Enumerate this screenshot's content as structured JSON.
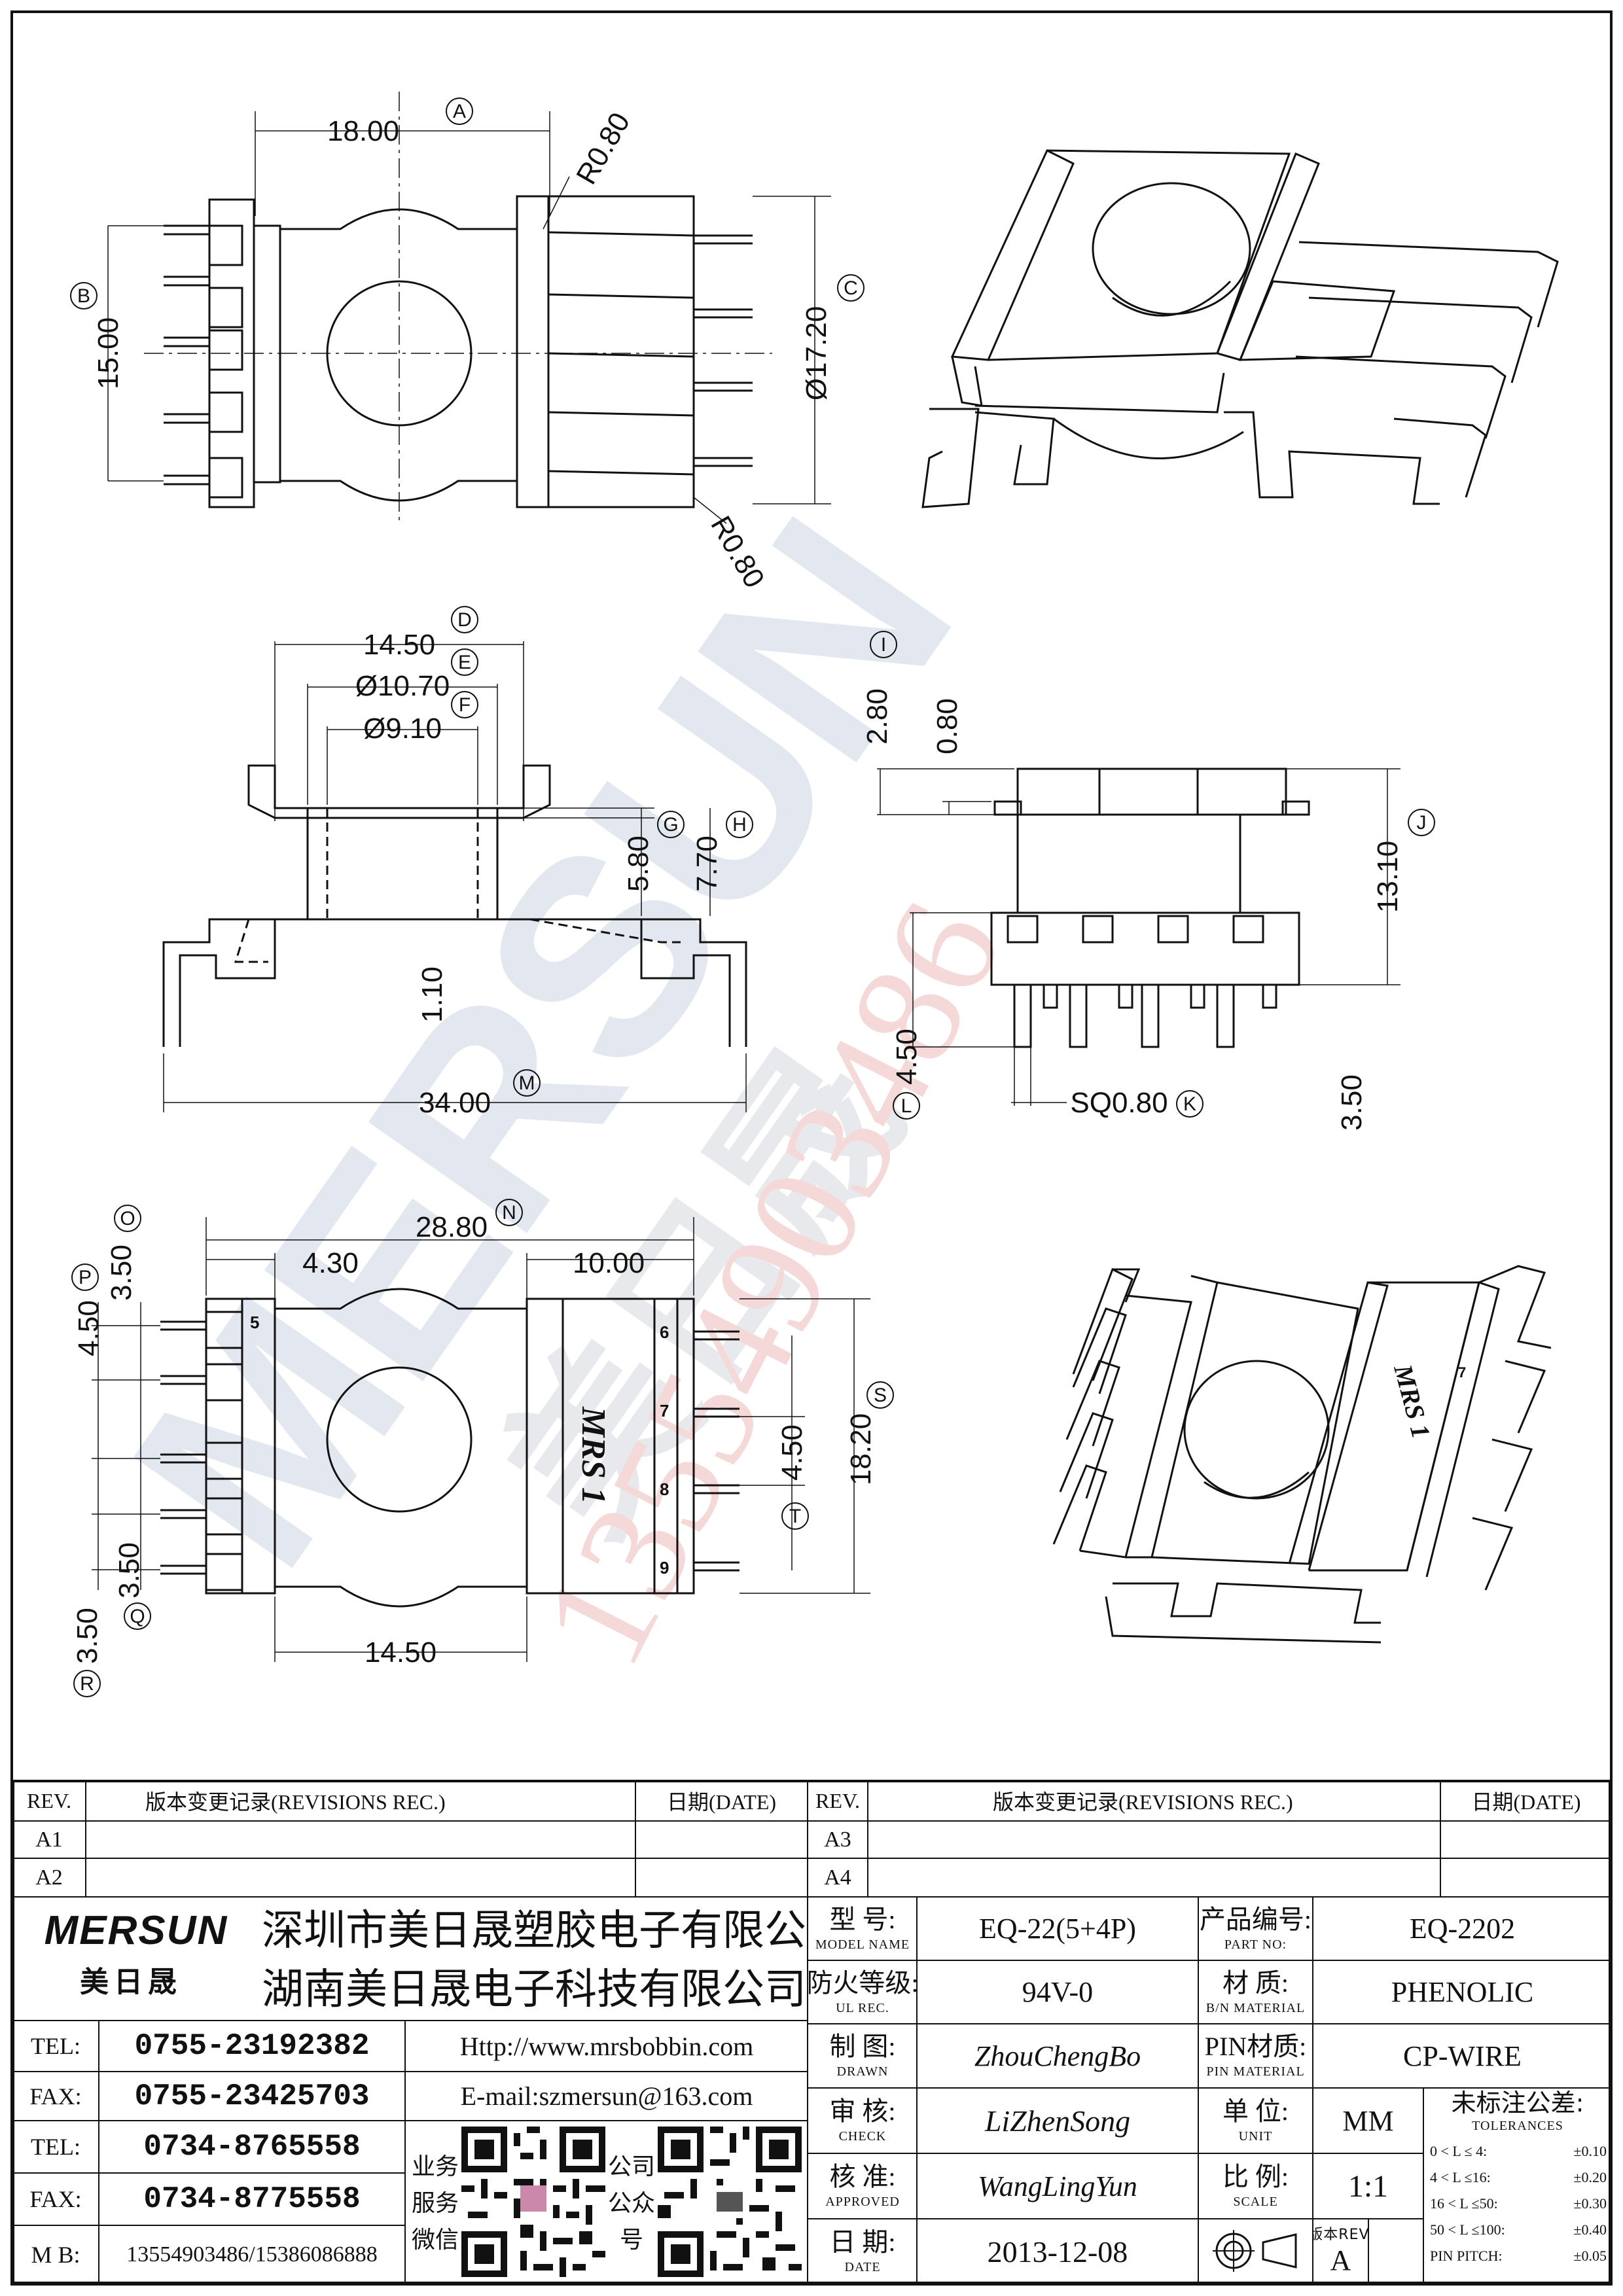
{
  "drawing": {
    "watermark_brand": "MERSUN",
    "watermark_cn": "美日晟",
    "watermark_phone": "13554903486",
    "top_view": {
      "dim_A": "18.00",
      "label_A": "A",
      "dim_B": "15.00",
      "label_B": "B",
      "dim_C": "Ø17.20",
      "label_C": "C",
      "radius_1": "R0.80",
      "radius_2": "R0.80"
    },
    "side_view": {
      "dim_D": "14.50",
      "label_D": "D",
      "dim_E": "Ø10.70",
      "label_E": "E",
      "dim_F": "Ø9.10",
      "label_F": "F",
      "dim_G": "5.80",
      "label_G": "G",
      "dim_H": "7.70",
      "label_H": "H",
      "dim_110": "1.10",
      "dim_M": "34.00",
      "label_M": "M"
    },
    "end_view": {
      "dim_I": "2.80",
      "label_I": "I",
      "dim_080": "0.80",
      "dim_J": "13.10",
      "label_J": "J",
      "dim_L": "4.50",
      "label_L": "L",
      "dim_K": "SQ0.80",
      "label_K": "K",
      "dim_350": "3.50"
    },
    "bottom_view": {
      "dim_N": "28.80",
      "label_N": "N",
      "dim_430": "4.30",
      "dim_1000": "10.00",
      "dim_O": "3.50",
      "label_O": "O",
      "dim_P": "4.50",
      "label_P": "P",
      "dim_Q": "3.50",
      "label_Q": "Q",
      "dim_R": "3.50",
      "label_R": "R",
      "dim_S": "18.20",
      "label_S": "S",
      "dim_T": "4.50",
      "label_T": "T",
      "dim_1450": "14.50",
      "pin_labels": [
        "5",
        "6",
        "7",
        "8",
        "9"
      ],
      "marking": "MRS 1"
    },
    "iso_marking": "MRS 1",
    "iso_pin": "7"
  },
  "revisions_left": {
    "header": {
      "rev": "REV.",
      "rec": "版本变更记录(REVISIONS REC.)",
      "date": "日期(DATE)"
    },
    "rows": [
      "A1",
      "A2"
    ]
  },
  "revisions_right": {
    "header": {
      "rev": "REV.",
      "rec": "版本变更记录(REVISIONS REC.)",
      "date": "日期(DATE)"
    },
    "rows": [
      "A3",
      "A4"
    ]
  },
  "company": {
    "logo": "MERSUN",
    "logo_cn": "美日晟",
    "name1": "深圳市美日晟塑胶电子有限公司",
    "name2": "湖南美日晟电子科技有限公司",
    "tel1_label": "TEL:",
    "tel1": "0755-23192382",
    "fax1_label": "FAX:",
    "fax1": "0755-23425703",
    "tel2_label": "TEL:",
    "tel2": "0734-8765558",
    "fax2_label": "FAX:",
    "fax2": "0734-8775558",
    "mb_label": "M B:",
    "mb": "13554903486/15386086888",
    "web": "Http://www.mrsbobbin.com",
    "email": "E-mail:szmersun@163.com",
    "qr1_caption": [
      "业务",
      "服务",
      "微信"
    ],
    "qr2_caption": [
      "公司",
      "公众",
      "号"
    ]
  },
  "specs": {
    "model_label": "型  号:",
    "model_sub": "MODEL NAME",
    "model": "EQ-22(5+4P)",
    "part_label": "产品编号:",
    "part_sub": "PART NO:",
    "part": "EQ-2202",
    "ul_label": "防火等级:",
    "ul_sub": "UL REC.",
    "ul": "94V-0",
    "mat_label": "材  质:",
    "mat_sub": "B/N MATERIAL",
    "mat": "PHENOLIC",
    "drawn_label": "制  图:",
    "drawn_sub": "DRAWN",
    "drawn": "ZhouChengBo",
    "pinmat_label": "PIN材质:",
    "pinmat_sub": "PIN MATERIAL",
    "pinmat": "CP-WIRE",
    "check_label": "审  核:",
    "check_sub": "CHECK",
    "check": "LiZhenSong",
    "unit_label": "单  位:",
    "unit_sub": "UNIT",
    "unit": "MM",
    "approved_label": "核  准:",
    "approved_sub": "APPROVED",
    "approved": "WangLingYun",
    "scale_label": "比  例:",
    "scale_sub": "SCALE",
    "scale": "1:1",
    "date_label": "日  期:",
    "date_sub": "DATE",
    "date": "2013-12-08",
    "rev_label": "版本REV.",
    "rev": "A",
    "tol_title": "未标注公差:",
    "tol_sub": "TOLERANCES",
    "tolerances": [
      {
        "range": "0 < L ≤  4:",
        "value": "±0.10"
      },
      {
        "range": "4 < L ≤16:",
        "value": "±0.20"
      },
      {
        "range": "16 < L ≤50:",
        "value": "±0.30"
      },
      {
        "range": "50 < L ≤100:",
        "value": "±0.40"
      },
      {
        "range": "PIN PITCH:",
        "value": "±0.05"
      }
    ]
  }
}
